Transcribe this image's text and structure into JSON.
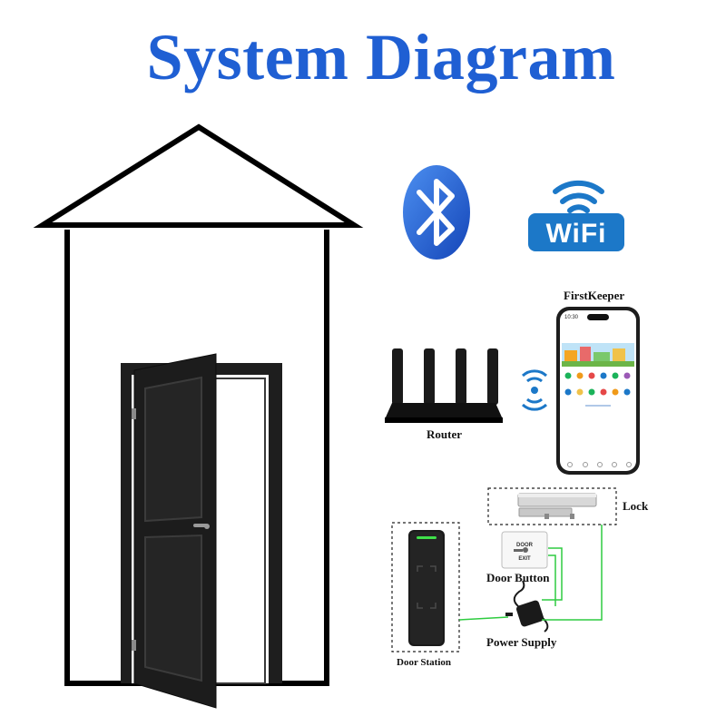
{
  "title": "System Diagram",
  "labels": {
    "firstkeeper": "FirstKeeper",
    "router": "Router",
    "lock": "Lock",
    "door_button": "Door Button",
    "power_supply": "Power Supply",
    "door_station": "Door Station"
  },
  "wifi_badge": {
    "text": "WiFi"
  },
  "exit_button": {
    "line1": "DOOR",
    "line2": "EXIT"
  },
  "phone": {
    "status_time": "10:30"
  },
  "icons": [
    "bluetooth-icon",
    "wifi-icon",
    "router-icon",
    "phone-icon",
    "wifi-signal-icon",
    "lock-icon",
    "door-button-icon",
    "power-supply-icon",
    "door-station-icon",
    "house-icon",
    "door-icon"
  ],
  "colors": {
    "title": "#1f5fd3",
    "wire": "#2ecc40",
    "bluetooth": "#1a5fd6",
    "wifi": "#1c78c8",
    "door": "#1c1c1c"
  }
}
